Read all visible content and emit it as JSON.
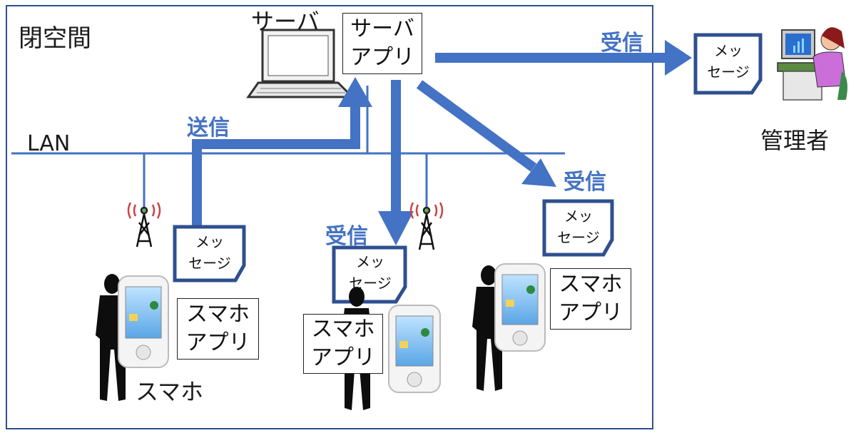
{
  "area_label": "閉空間",
  "lan_label": "LAN",
  "server_label": "サーバ",
  "server_app": {
    "line1": "サーバ",
    "line2": "アプリ"
  },
  "admin_label": "管理者",
  "send_label": "送信",
  "receive_label": "受信",
  "message": {
    "line1": "メッ",
    "line2": "セージ"
  },
  "phone_app": {
    "line1": "スマホ",
    "line2": "アプリ"
  },
  "phone_label": "スマホ",
  "colors": {
    "arrow": "#4472c4",
    "frame": "#2f4f8f",
    "lan": "#4472c4",
    "message_border": "#2f4f8f"
  }
}
